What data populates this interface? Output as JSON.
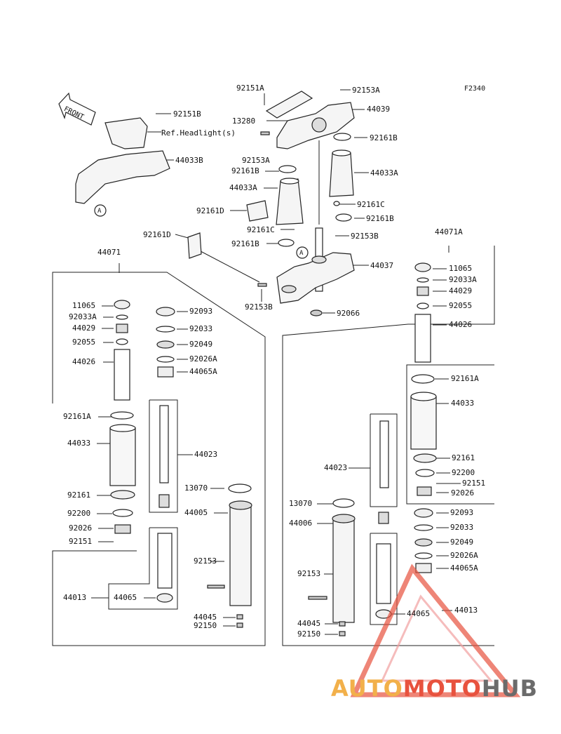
{
  "diagram": {
    "code": "F2340",
    "front_label": "FRONT",
    "ref_label": "Ref.Headlight(s)",
    "callout_a": "A",
    "watermark": {
      "part1": "AUTO",
      "part2": "MOTO",
      "part3": "HUB"
    }
  },
  "labels": {
    "l92151A": "92151A",
    "l92153A_top": "92153A",
    "l13280": "13280",
    "l44039": "44039",
    "l92161B_r1": "92161B",
    "l92151B": "92151B",
    "l44033B": "44033B",
    "l92153A_mid": "92153A",
    "l92161B_mid": "92161B",
    "l44033A_mid": "44033A",
    "l44033A_r": "44033A",
    "l92161C_r": "92161C",
    "l92161B_r2": "92161B",
    "l92161D_top": "92161D",
    "l92161C_mid": "92161C",
    "l92153B_r": "92153B",
    "l92161D_left": "92161D",
    "l92161B_low": "92161B",
    "l44037": "44037",
    "l92153B_low": "92153B",
    "l92066": "92066",
    "l44071": "44071",
    "l11065_L": "11065",
    "l92033A_L": "92033A",
    "l44029_L": "44029",
    "l92055_L": "92055",
    "l44026_L": "44026",
    "l92161A_L": "92161A",
    "l44033_L": "44033",
    "l92161_L": "92161",
    "l92200_L": "92200",
    "l92026_L": "92026",
    "l92151_L": "92151",
    "l44013_L": "44013",
    "l44065_L": "44065",
    "l92093_L": "92093",
    "l92033_L": "92033",
    "l92049_L": "92049",
    "l92026A_L": "92026A",
    "l44065A_L": "44065A",
    "l44023_L": "44023",
    "l13070_L": "13070",
    "l44005": "44005",
    "l92153_L": "92153",
    "l44045_L": "44045",
    "l92150_L": "92150",
    "l44071A": "44071A",
    "l11065_R": "11065",
    "l92033A_R": "92033A",
    "l44029_R": "44029",
    "l92055_R": "92055",
    "l44026_R": "44026",
    "l92161A_R": "92161A",
    "l44033_R": "44033",
    "l92161_R": "92161",
    "l92200_R": "92200",
    "l92151_R": "92151",
    "l92026_R": "92026",
    "l92093_R": "92093",
    "l92033_R": "92033",
    "l92049_R": "92049",
    "l92026A_R": "92026A",
    "l44065A_R": "44065A",
    "l44023_R": "44023",
    "l13070_R": "13070",
    "l44006": "44006",
    "l92153_R": "92153",
    "l44065_R": "44065",
    "l44013_R": "44013",
    "l44045_R": "44045",
    "l92150_R": "92150"
  },
  "colors": {
    "line": "#222222",
    "part_fill": "#f4f4f4",
    "watermark_red": "#e8523e",
    "watermark_orange": "#f2b04a",
    "watermark_grey": "#6b6b6b"
  }
}
